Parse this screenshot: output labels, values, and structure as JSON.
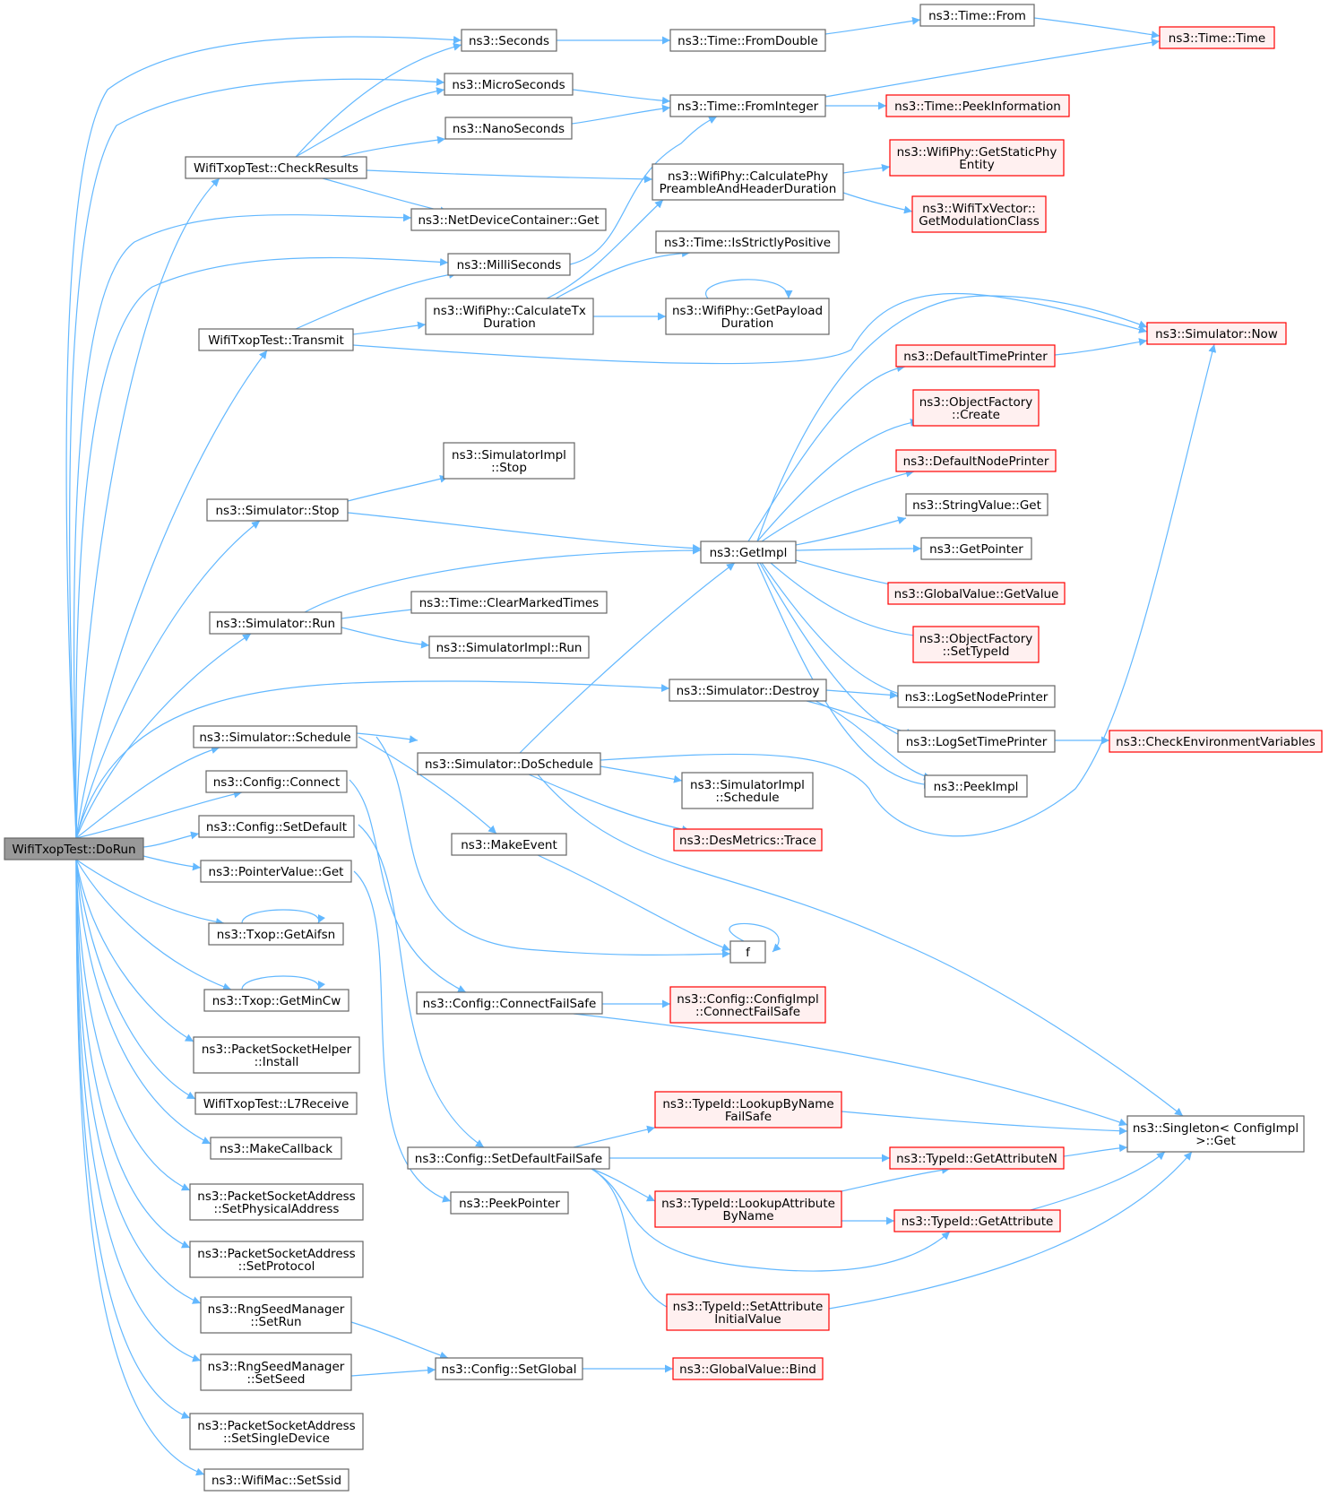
{
  "diagram": {
    "colors": {
      "edge": "#63b8ff",
      "root_fill": "#999999",
      "node_border": "#666666",
      "red_border": "#ff0000",
      "red_fill": "#fff0f0"
    },
    "nodes": [
      {
        "id": "dorun",
        "lines": [
          "WifiTxopTest::DoRun"
        ],
        "style": "gray"
      },
      {
        "id": "checkres",
        "lines": [
          "WifiTxopTest::CheckResults"
        ],
        "style": "white"
      },
      {
        "id": "transmit",
        "lines": [
          "WifiTxopTest::Transmit"
        ],
        "style": "white"
      },
      {
        "id": "simstop",
        "lines": [
          "ns3::Simulator::Stop"
        ],
        "style": "white"
      },
      {
        "id": "simrun",
        "lines": [
          "ns3::Simulator::Run"
        ],
        "style": "white"
      },
      {
        "id": "simsched",
        "lines": [
          "ns3::Simulator::Schedule"
        ],
        "style": "white"
      },
      {
        "id": "cfgconnect",
        "lines": [
          "ns3::Config::Connect"
        ],
        "style": "white"
      },
      {
        "id": "cfgsetdef",
        "lines": [
          "ns3::Config::SetDefault"
        ],
        "style": "white"
      },
      {
        "id": "ptrget",
        "lines": [
          "ns3::PointerValue::Get"
        ],
        "style": "white"
      },
      {
        "id": "getaifsn",
        "lines": [
          "ns3::Txop::GetAifsn"
        ],
        "style": "white"
      },
      {
        "id": "getmincw",
        "lines": [
          "ns3::Txop::GetMinCw"
        ],
        "style": "white"
      },
      {
        "id": "pshinstall",
        "lines": [
          "ns3::PacketSocketHelper",
          "::Install"
        ],
        "style": "white"
      },
      {
        "id": "l7recv",
        "lines": [
          "WifiTxopTest::L7Receive"
        ],
        "style": "white"
      },
      {
        "id": "makecb",
        "lines": [
          "ns3::MakeCallback"
        ],
        "style": "white"
      },
      {
        "id": "psaphys",
        "lines": [
          "ns3::PacketSocketAddress",
          "::SetPhysicalAddress"
        ],
        "style": "white"
      },
      {
        "id": "psaproto",
        "lines": [
          "ns3::PacketSocketAddress",
          "::SetProtocol"
        ],
        "style": "white"
      },
      {
        "id": "rngrun",
        "lines": [
          "ns3::RngSeedManager",
          "::SetRun"
        ],
        "style": "white"
      },
      {
        "id": "rngseed",
        "lines": [
          "ns3::RngSeedManager",
          "::SetSeed"
        ],
        "style": "white"
      },
      {
        "id": "psasingle",
        "lines": [
          "ns3::PacketSocketAddress",
          "::SetSingleDevice"
        ],
        "style": "white"
      },
      {
        "id": "setssid",
        "lines": [
          "ns3::WifiMac::SetSsid"
        ],
        "style": "white"
      },
      {
        "id": "seconds",
        "lines": [
          "ns3::Seconds"
        ],
        "style": "white"
      },
      {
        "id": "micro",
        "lines": [
          "ns3::MicroSeconds"
        ],
        "style": "white"
      },
      {
        "id": "nano",
        "lines": [
          "ns3::NanoSeconds"
        ],
        "style": "white"
      },
      {
        "id": "ndcget",
        "lines": [
          "ns3::NetDeviceContainer::Get"
        ],
        "style": "white"
      },
      {
        "id": "milli",
        "lines": [
          "ns3::MilliSeconds"
        ],
        "style": "white"
      },
      {
        "id": "calctx",
        "lines": [
          "ns3::WifiPhy::CalculateTx",
          "Duration"
        ],
        "style": "white"
      },
      {
        "id": "simimplstop",
        "lines": [
          "ns3::SimulatorImpl",
          "::Stop"
        ],
        "style": "white"
      },
      {
        "id": "clearmarked",
        "lines": [
          "ns3::Time::ClearMarkedTimes"
        ],
        "style": "white"
      },
      {
        "id": "simimplrun",
        "lines": [
          "ns3::SimulatorImpl::Run"
        ],
        "style": "white"
      },
      {
        "id": "dosched",
        "lines": [
          "ns3::Simulator::DoSchedule"
        ],
        "style": "white"
      },
      {
        "id": "makeevent",
        "lines": [
          "ns3::MakeEvent"
        ],
        "style": "white"
      },
      {
        "id": "connfail",
        "lines": [
          "ns3::Config::ConnectFailSafe"
        ],
        "style": "white"
      },
      {
        "id": "setdeffail",
        "lines": [
          "ns3::Config::SetDefaultFailSafe"
        ],
        "style": "white"
      },
      {
        "id": "peekptr",
        "lines": [
          "ns3::PeekPointer"
        ],
        "style": "white"
      },
      {
        "id": "setglobal",
        "lines": [
          "ns3::Config::SetGlobal"
        ],
        "style": "white"
      },
      {
        "id": "fromdouble",
        "lines": [
          "ns3::Time::FromDouble"
        ],
        "style": "white"
      },
      {
        "id": "fromint",
        "lines": [
          "ns3::Time::FromInteger"
        ],
        "style": "white"
      },
      {
        "id": "calcpre",
        "lines": [
          "ns3::WifiPhy::CalculatePhy",
          "PreambleAndHeaderDuration"
        ],
        "style": "white"
      },
      {
        "id": "strictpos",
        "lines": [
          "ns3::Time::IsStrictlyPositive"
        ],
        "style": "white"
      },
      {
        "id": "getpayload",
        "lines": [
          "ns3::WifiPhy::GetPayload",
          "Duration"
        ],
        "style": "white"
      },
      {
        "id": "getimpl",
        "lines": [
          "ns3::GetImpl"
        ],
        "style": "white"
      },
      {
        "id": "simdestroy",
        "lines": [
          "ns3::Simulator::Destroy"
        ],
        "style": "white"
      },
      {
        "id": "simimplsched",
        "lines": [
          "ns3::SimulatorImpl",
          "::Schedule"
        ],
        "style": "white"
      },
      {
        "id": "destrace",
        "lines": [
          "ns3::DesMetrics::Trace"
        ],
        "style": "red"
      },
      {
        "id": "f",
        "lines": [
          "f"
        ],
        "style": "white"
      },
      {
        "id": "cfgimplconn",
        "lines": [
          "ns3::Config::ConfigImpl",
          "::ConnectFailSafe"
        ],
        "style": "red"
      },
      {
        "id": "lookupname",
        "lines": [
          "ns3::TypeId::LookupByName",
          "FailSafe"
        ],
        "style": "red"
      },
      {
        "id": "lookupattr",
        "lines": [
          "ns3::TypeId::LookupAttribute",
          "ByName"
        ],
        "style": "red"
      },
      {
        "id": "setattrinit",
        "lines": [
          "ns3::TypeId::SetAttribute",
          "InitialValue"
        ],
        "style": "red"
      },
      {
        "id": "gvbind",
        "lines": [
          "ns3::GlobalValue::Bind"
        ],
        "style": "red"
      },
      {
        "id": "timefrom",
        "lines": [
          "ns3::Time::From"
        ],
        "style": "white"
      },
      {
        "id": "peekinfo",
        "lines": [
          "ns3::Time::PeekInformation"
        ],
        "style": "red"
      },
      {
        "id": "getstaticphy",
        "lines": [
          "ns3::WifiPhy::GetStaticPhy",
          "Entity"
        ],
        "style": "red"
      },
      {
        "id": "getmodclass",
        "lines": [
          "ns3::WifiTxVector::",
          "GetModulationClass"
        ],
        "style": "red"
      },
      {
        "id": "deftimeprinter",
        "lines": [
          "ns3::DefaultTimePrinter"
        ],
        "style": "red"
      },
      {
        "id": "ofcreate",
        "lines": [
          "ns3::ObjectFactory",
          "::Create"
        ],
        "style": "red"
      },
      {
        "id": "defnodeprinter",
        "lines": [
          "ns3::DefaultNodePrinter"
        ],
        "style": "red"
      },
      {
        "id": "strvalget",
        "lines": [
          "ns3::StringValue::Get"
        ],
        "style": "white"
      },
      {
        "id": "getpointer",
        "lines": [
          "ns3::GetPointer"
        ],
        "style": "white"
      },
      {
        "id": "gvgetvalue",
        "lines": [
          "ns3::GlobalValue::GetValue"
        ],
        "style": "red"
      },
      {
        "id": "ofsettype",
        "lines": [
          "ns3::ObjectFactory",
          "::SetTypeId"
        ],
        "style": "red"
      },
      {
        "id": "logsetnode",
        "lines": [
          "ns3::LogSetNodePrinter"
        ],
        "style": "white"
      },
      {
        "id": "logsettime",
        "lines": [
          "ns3::LogSetTimePrinter"
        ],
        "style": "white"
      },
      {
        "id": "peekimpl",
        "lines": [
          "ns3::PeekImpl"
        ],
        "style": "white"
      },
      {
        "id": "getattrn",
        "lines": [
          "ns3::TypeId::GetAttributeN"
        ],
        "style": "red"
      },
      {
        "id": "getattr",
        "lines": [
          "ns3::TypeId::GetAttribute"
        ],
        "style": "red"
      },
      {
        "id": "timetime",
        "lines": [
          "ns3::Time::Time"
        ],
        "style": "red"
      },
      {
        "id": "simnow",
        "lines": [
          "ns3::Simulator::Now"
        ],
        "style": "red"
      },
      {
        "id": "checkenv",
        "lines": [
          "ns3::CheckEnvironmentVariables"
        ],
        "style": "red"
      },
      {
        "id": "singleton",
        "lines": [
          "ns3::Singleton< ConfigImpl",
          ">::Get"
        ],
        "style": "white"
      }
    ]
  }
}
